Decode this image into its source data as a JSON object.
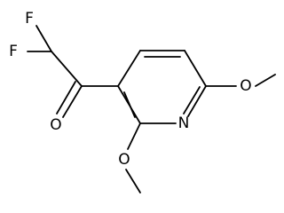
{
  "molecule": {
    "atoms": {
      "fluorine_top": "F",
      "fluorine_left": "F",
      "carbonyl_oxygen": "O",
      "ring_nitrogen": "N",
      "methoxy_oxygen_right": "O",
      "methoxy_oxygen_bottom": "O"
    }
  }
}
